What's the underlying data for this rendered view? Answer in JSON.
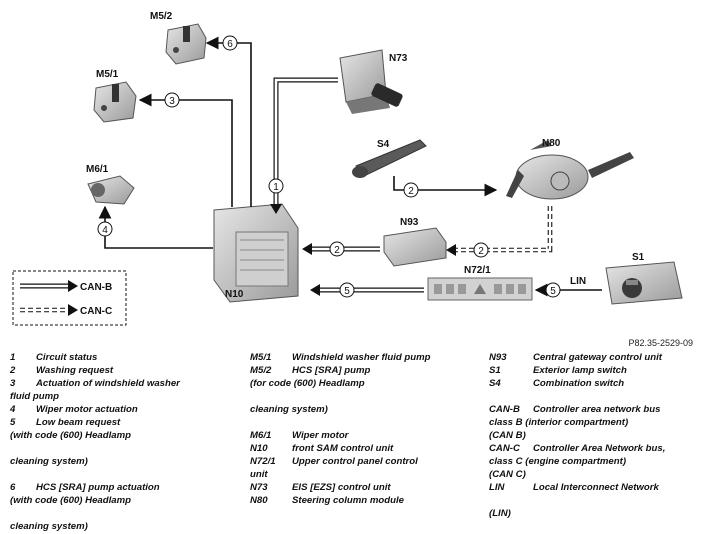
{
  "components": {
    "m52": "M5/2",
    "m51": "M5/1",
    "n73": "N73",
    "s4": "S4",
    "n80": "N80",
    "m61": "M6/1",
    "n93": "N93",
    "s1": "S1",
    "n721": "N72/1",
    "n10": "N10",
    "lin": "LIN"
  },
  "signals": {
    "s1": "1",
    "s2a": "2",
    "s2b": "2",
    "s2c": "2",
    "s3": "3",
    "s4": "4",
    "s5a": "5",
    "s5b": "5",
    "s6": "6"
  },
  "key": {
    "canb": "CAN-B",
    "canc": "CAN-C"
  },
  "figure_ref": "P82.35-2529-09",
  "legend": {
    "col1": [
      {
        "k": "1",
        "t": "Circuit status"
      },
      {
        "k": "2",
        "t": "Washing request"
      },
      {
        "k": "3",
        "t": "Actuation of windshield washer"
      },
      {
        "k": "",
        "t": "fluid pump"
      },
      {
        "k": "4",
        "t": "Wiper motor actuation"
      },
      {
        "k": "5",
        "t": "Low beam request"
      },
      {
        "k": "",
        "t": "(with code (600) Headlamp"
      },
      {
        "k": "",
        "t": ""
      },
      {
        "k": "",
        "t": "cleaning system)"
      },
      {
        "k": "",
        "t": ""
      },
      {
        "k": "6",
        "t": "HCS [SRA] pump actuation"
      },
      {
        "k": "",
        "t": "(with code (600) Headlamp"
      },
      {
        "k": "",
        "t": ""
      },
      {
        "k": "",
        "t": "cleaning system)"
      }
    ],
    "col2": [
      {
        "k": "M5/1",
        "t": "Windshield washer fluid pump"
      },
      {
        "k": "M5/2",
        "t": "HCS [SRA] pump"
      },
      {
        "k": "",
        "t": "(for code (600) Headlamp"
      },
      {
        "k": "",
        "t": ""
      },
      {
        "k": "",
        "t": "cleaning system)"
      },
      {
        "k": "",
        "t": ""
      },
      {
        "k": "M6/1",
        "t": "Wiper motor"
      },
      {
        "k": "N10",
        "t": "front SAM control unit"
      },
      {
        "k": "N72/1",
        "t": "Upper control panel control"
      },
      {
        "k": "",
        "t": "unit"
      },
      {
        "k": "N73",
        "t": "EIS [EZS] control unit"
      },
      {
        "k": "N80",
        "t": "Steering column module"
      }
    ],
    "col3": [
      {
        "k": "N93",
        "t": "Central gateway control unit"
      },
      {
        "k": "S1",
        "t": "Exterior lamp switch"
      },
      {
        "k": "S4",
        "t": "Combination switch"
      },
      {
        "k": "",
        "t": ""
      },
      {
        "k": "CAN-B",
        "t": "Controller area network bus"
      },
      {
        "k": "",
        "t": "class B (interior compartment)"
      },
      {
        "k": "",
        "t": "(CAN B)"
      },
      {
        "k": "CAN-C",
        "t": "Controller Area Network bus,"
      },
      {
        "k": "",
        "t": "class C (engine compartment)"
      },
      {
        "k": "",
        "t": "(CAN C)"
      },
      {
        "k": "LIN",
        "t": "Local Interconnect Network"
      },
      {
        "k": "",
        "t": ""
      },
      {
        "k": "",
        "t": "(LIN)"
      }
    ]
  }
}
